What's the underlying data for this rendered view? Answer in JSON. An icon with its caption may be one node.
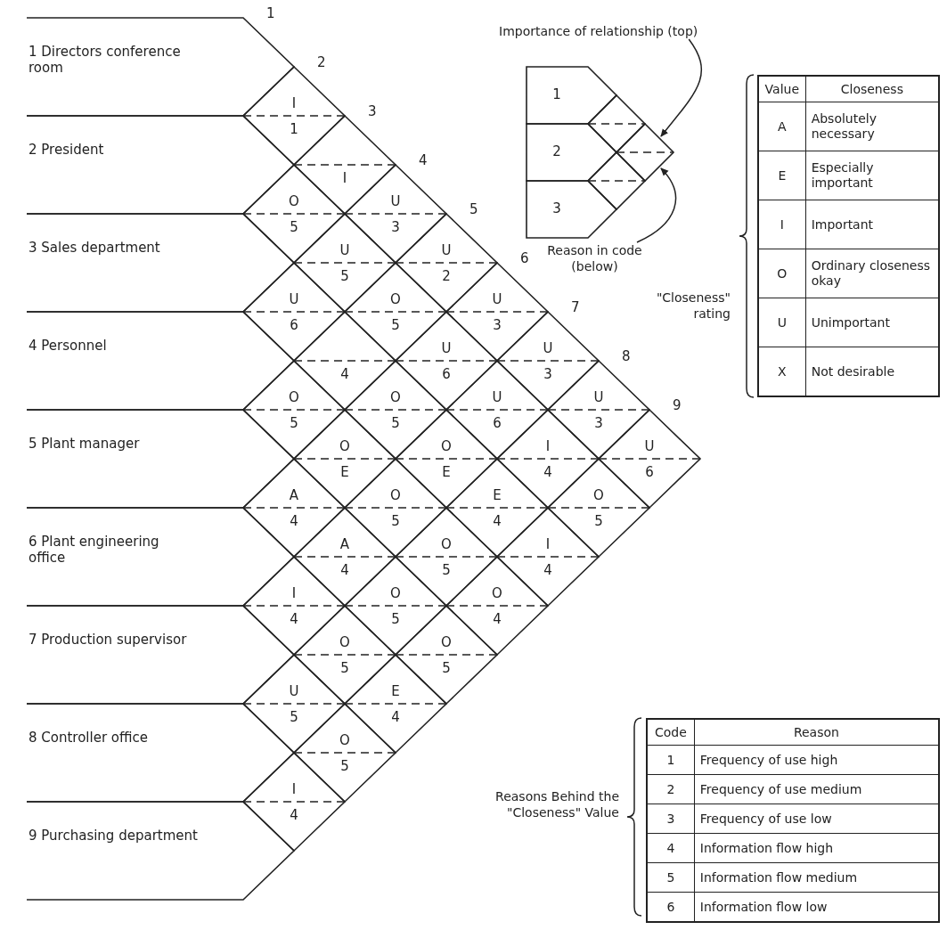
{
  "diagram": {
    "nodes": [
      {
        "text": [
          "1 Directors conference room"
        ]
      },
      {
        "text": [
          "2 President"
        ]
      },
      {
        "text": [
          "3 Sales department"
        ]
      },
      {
        "text": [
          "4 Personnel"
        ]
      },
      {
        "text": [
          "5 Plant manager"
        ]
      },
      {
        "text": [
          "6 Plant engineering office"
        ]
      },
      {
        "text": [
          "7 Production supervisor"
        ]
      },
      {
        "text": [
          "8 Controller office"
        ]
      },
      {
        "text": [
          "9 Purchasing department"
        ]
      },
      {
        "text": [
          "I",
          "1"
        ]
      },
      {
        "text": [
          "I"
        ]
      },
      {
        "text": [
          "U",
          "3"
        ]
      },
      {
        "text": [
          "U",
          "2"
        ]
      },
      {
        "text": [
          "U",
          "3"
        ]
      },
      {
        "text": [
          "U",
          "3"
        ]
      },
      {
        "text": [
          "U",
          "3"
        ]
      },
      {
        "text": [
          "U",
          "6"
        ]
      },
      {
        "text": [
          "O",
          "5"
        ]
      },
      {
        "text": [
          "U",
          "5"
        ]
      },
      {
        "text": [
          "O",
          "5"
        ]
      },
      {
        "text": [
          "U",
          "6"
        ]
      },
      {
        "text": [
          "U",
          "6"
        ]
      },
      {
        "text": [
          "I",
          "4"
        ]
      },
      {
        "text": [
          "O",
          "5"
        ]
      },
      {
        "text": [
          "U",
          "6"
        ]
      },
      {
        "text": [
          "4"
        ]
      },
      {
        "text": [
          "O",
          "5"
        ]
      },
      {
        "text": [
          "O",
          "E"
        ]
      },
      {
        "text": [
          "E",
          "4"
        ]
      },
      {
        "text": [
          "I",
          "4"
        ]
      },
      {
        "text": [
          "O",
          "5"
        ]
      },
      {
        "text": [
          "O",
          "E"
        ]
      },
      {
        "text": [
          "O",
          "5"
        ]
      },
      {
        "text": [
          "O",
          "5"
        ]
      },
      {
        "text": [
          "O",
          "4"
        ]
      },
      {
        "text": [
          "A",
          "4"
        ]
      },
      {
        "text": [
          "A",
          "4"
        ]
      },
      {
        "text": [
          "O",
          "5"
        ]
      },
      {
        "text": [
          "O",
          "5"
        ]
      },
      {
        "text": [
          "I",
          "4"
        ]
      },
      {
        "text": [
          "O",
          "5"
        ]
      },
      {
        "text": [
          "E",
          "4"
        ]
      },
      {
        "text": [
          "U",
          "5"
        ]
      },
      {
        "text": [
          "O",
          "5"
        ]
      },
      {
        "text": [
          "I",
          "4"
        ]
      },
      {
        "text": [
          "Importance of relationship (top)"
        ]
      },
      {
        "text": [
          "1"
        ]
      },
      {
        "text": [
          "2"
        ]
      },
      {
        "text": [
          "3"
        ]
      },
      {
        "text": [],
        "shape": "diamond"
      },
      {
        "text": [],
        "shape": "diamond"
      },
      {
        "text": [],
        "shape": "diamond"
      },
      {
        "text": [
          "Reason in code (below)"
        ]
      }
    ],
    "edges": [
      {
        "from": 45,
        "to": 50,
        "arrow": "to"
      },
      {
        "from": 52,
        "to": 50,
        "arrow": "to"
      }
    ],
    "labels": [
      "1",
      "2",
      "3",
      "4",
      "5",
      "6",
      "7",
      "8",
      "9",
      "\"Closeness\" rating",
      "Value",
      "Closeness",
      "A",
      "Absolutely necessary",
      "E",
      "Especially important",
      "I",
      "Important",
      "O",
      "Ordinary closeness okay",
      "U",
      "Unimportant",
      "X",
      "Not desirable",
      "Reasons Behind the \"Closeness\" Value",
      "Code",
      "Reason",
      "1",
      "Frequency of use high",
      "2",
      "Frequency of use medium",
      "3",
      "Frequency of use low",
      "4",
      "Information flow high",
      "5",
      "Information flow medium",
      "6",
      "Information flow low"
    ]
  }
}
